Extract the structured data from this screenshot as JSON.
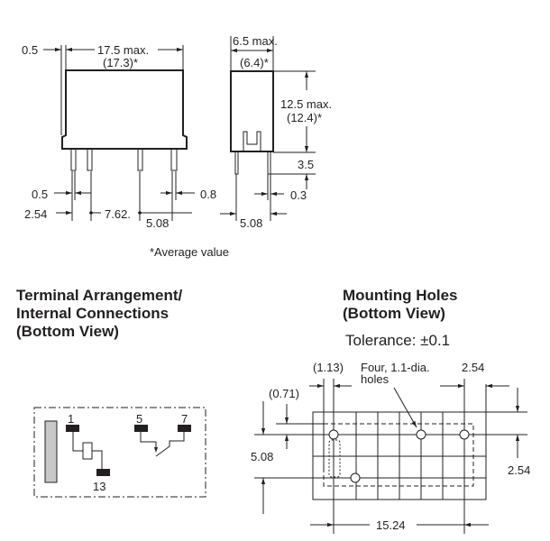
{
  "front_view": {
    "offset": "0.5",
    "width_max": "17.5 max.",
    "width_avg": "(17.3)*",
    "pin_width_left": "0.5",
    "pin_width_right": "0.8",
    "pitch_1": "2.54",
    "pitch_2": "7.62.",
    "pitch_3": "5.08"
  },
  "side_view": {
    "depth_max": "6.5 max.",
    "depth_avg": "(6.4)*",
    "height_max": "12.5 max.",
    "height_avg": "(12.4)*",
    "pin_length": "3.5",
    "pin_thickness": "0.3",
    "pin_spacing": "5.08"
  },
  "footnote": "*Average value",
  "terminal_section": {
    "title_line1": "Terminal Arrangement/",
    "title_line2": "Internal Connections",
    "title_line3": "(Bottom View)",
    "terminals": [
      "1",
      "13",
      "5",
      "7"
    ]
  },
  "mounting_section": {
    "title_line1": "Mounting Holes",
    "title_line2": "(Bottom View)",
    "tolerance": "Tolerance: ±0.1",
    "offset_x": "(1.13)",
    "offset_y": "(0.71)",
    "hole_note_line1": "Four, 1.1-dia.",
    "hole_note_line2": "holes",
    "pitch_top": "2.54",
    "pitch_right": "2.54",
    "span_vertical": "5.08",
    "span_horizontal": "15.24"
  }
}
